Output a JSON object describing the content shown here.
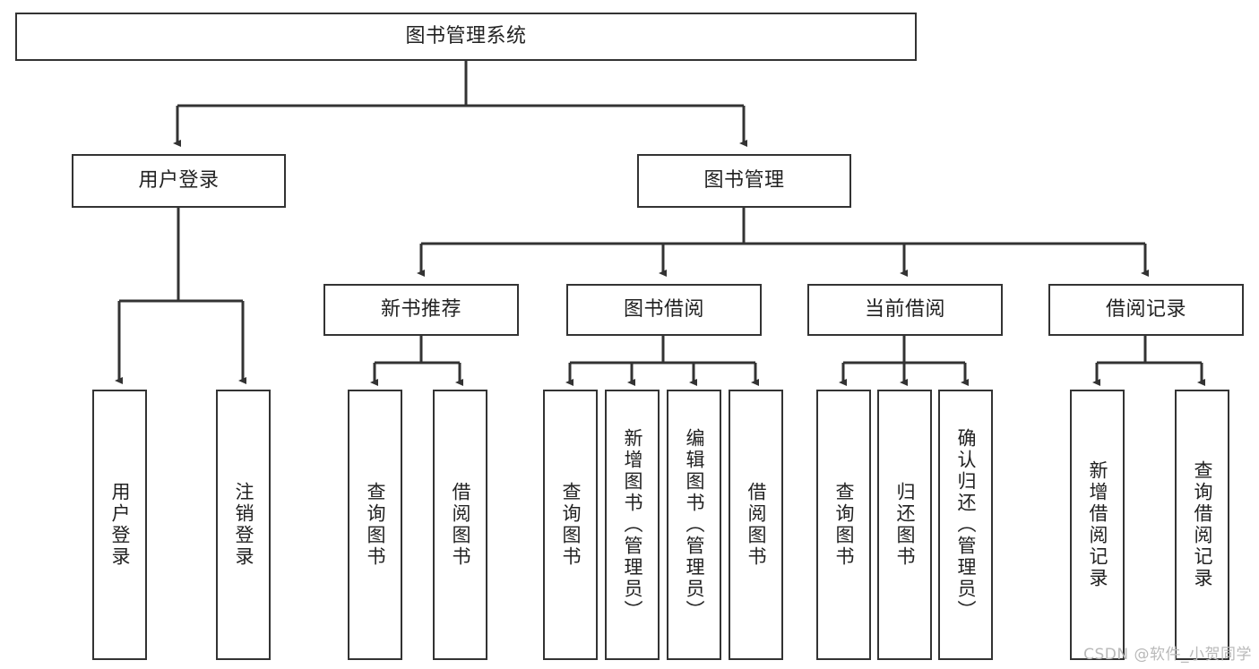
{
  "diagram": {
    "title": "图书管理系统",
    "type": "tree-hierarchy-chart",
    "watermark": "CSDN @软件_小贺同学",
    "colors": {
      "box_border": "#333333",
      "box_fill": "#ffffff",
      "connector": "#333333",
      "text": "#222222",
      "watermark": "#b9b9b9",
      "background": "#ffffff"
    },
    "levels": {
      "root": {
        "label": "图书管理系统"
      },
      "level2": [
        {
          "label": "用户登录"
        },
        {
          "label": "图书管理"
        }
      ],
      "level3": [
        {
          "label": "新书推荐"
        },
        {
          "label": "图书借阅"
        },
        {
          "label": "当前借阅"
        },
        {
          "label": "借阅记录"
        }
      ],
      "leaves": {
        "user_login": [
          {
            "label": "用户登录"
          },
          {
            "label": "注销登录"
          }
        ],
        "new_book_recommend": [
          {
            "label": "查询图书"
          },
          {
            "label": "借阅图书"
          }
        ],
        "book_borrow": [
          {
            "label": "查询图书"
          },
          {
            "label": "新增图书（管理员）"
          },
          {
            "label": "编辑图书（管理员）"
          },
          {
            "label": "借阅图书"
          }
        ],
        "current_borrow": [
          {
            "label": "查询图书"
          },
          {
            "label": "归还图书"
          },
          {
            "label": "确认归还（管理员）"
          }
        ],
        "borrow_record": [
          {
            "label": "新增借阅记录"
          },
          {
            "label": "查询借阅记录"
          }
        ]
      }
    }
  }
}
